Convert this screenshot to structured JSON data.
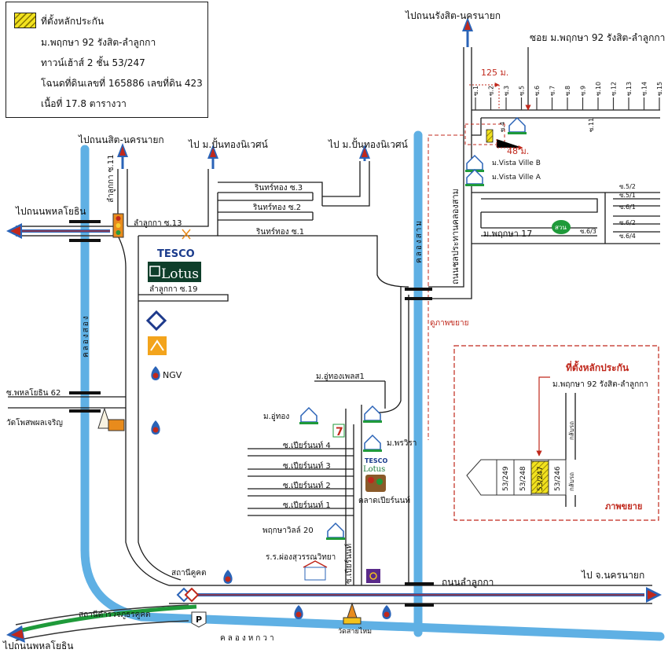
{
  "legend": {
    "title": "ที่ตั้งหลักประกัน",
    "lines": [
      "ม.พฤกษา 92 รังสิต-ลำลูกกา",
      "ทาวน์เฮ้าส์ 2 ชั้น 53/247",
      "โฉนดที่ดินเลขที่ 165886 เลขที่ดิน 423",
      "เนื้อที่ 17.8 ตารางวา"
    ]
  },
  "labels": {
    "to_rangsit_top": "ไปถนนรังสิต-นครนายก",
    "soi_pruksa": "ซอย ม.พฤกษา 92 รังสิต-ลำลูกกา",
    "dist_125": "125 ม.",
    "dist_48": "48 ม.",
    "to_rangsit_left": "ไปถนนสิต-นครนายก",
    "to_tungphan1": "ไป ม.ปั้นทองนิเวศน์",
    "to_tungphan2": "ไป ม.ปั้นทองนิเวศน์",
    "lamlukka11": "ลำลูกกา ซ.11",
    "lamlukka13": "ลำลูกกา ซ.13",
    "lamlukka19": "ลำลูกกา ซ.19",
    "to_phahon_top": "ไปถนนพหลโยธิน",
    "rintong3": "รินทร์ทอง ซ.3",
    "rintong2": "รินทร์ทอง ซ.2",
    "rintong1": "รินทร์ทอง ซ.1",
    "khlong_song": "คลองสอง",
    "khlong_sam": "คลองสาม",
    "thanon_chonprathan": "ถนนชลประทานคลองสาม",
    "vista_b": "ม.Vista Ville B",
    "vista_a": "ม.Vista Ville A",
    "pruksa17": "ม.พฤกษา 17",
    "park": "สวน",
    "enlarge_label": "ดูภาพขยาย",
    "ngv": "NGV",
    "phahon62": "ซ.พหลโยธิน 62",
    "wat_pho": "วัดโพสพผลเจริญ",
    "tesco1": "TESCO",
    "tesco2": "Lotus",
    "tesco_small1": "TESCO",
    "tesco_small2": "Lotus",
    "mu_tongplace": "ม.อู่ทองเพลส1",
    "mu_utong": "ม.อู่ทอง",
    "mu_pornvira": "ม.พรวิรา",
    "market": "ตลาดเปียร์นนท์",
    "pruksaville20": "พฤกษาวิลล์ 20",
    "school": "ร.ร.ผ่องสุวรรณวิทยา",
    "station_khukhot": "สถานีคูคต",
    "police_station": "สถานีตำรวจภูธรคูคต",
    "thanon_lamlukka": "ถนนลำลูกกา",
    "to_nakhonnayok": "ไป จ.นครนายก",
    "to_phahon_bottom": "ไปถนนพหลโยธิน",
    "khlong_hok": "คลองหกวา",
    "wat_sai_mai": "วัดสายไหม",
    "soi_pianon_vert": "ซ.เปียร์นนท์",
    "ps_mark": "P",
    "seven": "7"
  },
  "pianon_sois": [
    "ซ.เปียร์นนท์ 4",
    "ซ.เปียร์นนท์ 3",
    "ซ.เปียร์นนท์ 2",
    "ซ.เปียร์นนท์ 1"
  ],
  "pruksa_sois": [
    "ซ.1",
    "ซ.2",
    "ซ.3",
    "ซ.5",
    "ซ.6",
    "ซ.7",
    "ซ.8",
    "ซ.9",
    "ซ.10",
    "ซ.12",
    "ซ.13",
    "ซ.14",
    "ซ.15"
  ],
  "pruksa_side": {
    "s4": "ซ.4",
    "s11": "ซ.11"
  },
  "pruksa17_sois": [
    "ซ.5/2",
    "ซ.5/1",
    "ซ.6/1",
    "ซ.6/2",
    "ซ.6/3",
    "ซ.6/4"
  ],
  "inset": {
    "title": "ที่ตั้งหลักประกัน",
    "subtitle": "ม.พฤกษา 92 รังสิต-ลำลูกกา",
    "enlarge": "ภาพขยาย",
    "to_entrance1": "กลับรถ",
    "to_entrance2": "กลับรถ",
    "units": [
      "53/249",
      "53/248",
      "53/247",
      "53/246"
    ]
  },
  "colors": {
    "canal": "#5fb0e4",
    "red": "#c0281c",
    "highway_green": "#1f9a3a",
    "arrow_blue": "#2a63b7",
    "hatch_yellow": "#f2e21f"
  }
}
